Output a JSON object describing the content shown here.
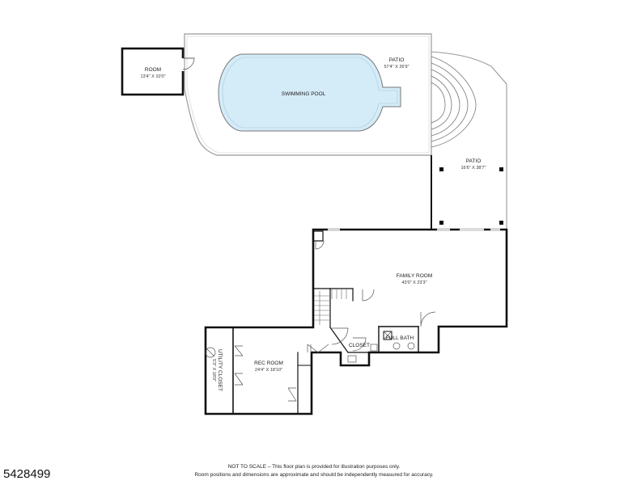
{
  "rooms": {
    "room": {
      "name": "ROOM",
      "dims": "13'4\" X 10'0\""
    },
    "patio_top": {
      "name": "PATIO",
      "dims": "57'4\" X 26'9\""
    },
    "pool": {
      "name": "SWIMMING POOL"
    },
    "patio_side": {
      "name": "PATIO",
      "dims": "16'6\" X 38'7\""
    },
    "family_room": {
      "name": "FAMILY ROOM",
      "dims": "43'0\" X 23'3\""
    },
    "full_bath": {
      "name": "FULL BATH"
    },
    "closet": {
      "name": "CLOSET"
    },
    "rec_room": {
      "name": "REC ROOM",
      "dims": "24'4\" X 18'10\""
    },
    "utility_closet": {
      "name": "UTILITY CLOSET",
      "dims": "5'3\" X 18'0\""
    }
  },
  "footer": {
    "listing_id": "5428499",
    "disclaimer_1": "NOT TO SCALE – This floor plan is provided for illustration purposes only.",
    "disclaimer_2": "Room positions and dimensions are approximate and should be independently measured for accuracy."
  },
  "colors": {
    "pool_fill": "#d4ebf8",
    "wall": "#111111",
    "patio_edge": "#888888"
  }
}
